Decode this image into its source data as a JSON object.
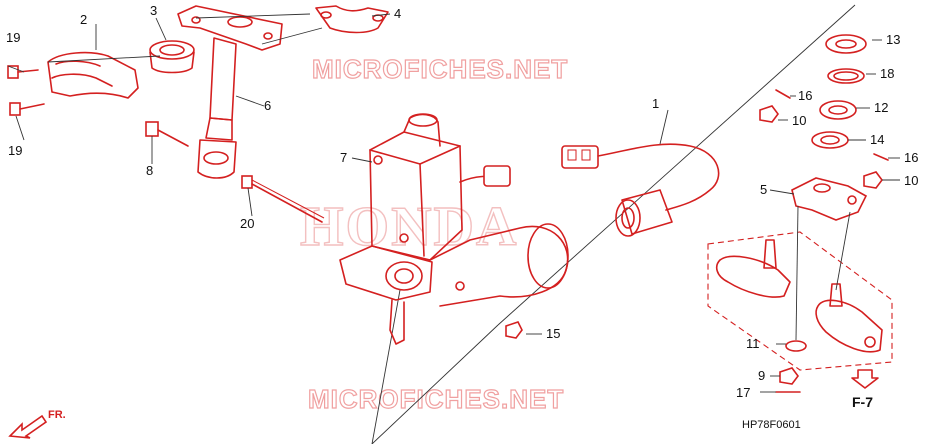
{
  "watermark": {
    "top": "MICROFICHES.NET",
    "bottom": "MICROFICHES.NET",
    "brand": "HONDA"
  },
  "diagram_code": "HP78F0601",
  "ref_label": "F-7",
  "front_label": "FR.",
  "callouts": [
    {
      "id": "c1",
      "text": "1"
    },
    {
      "id": "c2",
      "text": "2"
    },
    {
      "id": "c3",
      "text": "3"
    },
    {
      "id": "c4",
      "text": "4"
    },
    {
      "id": "c5",
      "text": "5"
    },
    {
      "id": "c6",
      "text": "6"
    },
    {
      "id": "c7",
      "text": "7"
    },
    {
      "id": "c8",
      "text": "8"
    },
    {
      "id": "c9",
      "text": "9"
    },
    {
      "id": "c10a",
      "text": "10"
    },
    {
      "id": "c10b",
      "text": "10"
    },
    {
      "id": "c11",
      "text": "11"
    },
    {
      "id": "c12",
      "text": "12"
    },
    {
      "id": "c13",
      "text": "13"
    },
    {
      "id": "c14",
      "text": "14"
    },
    {
      "id": "c15",
      "text": "15"
    },
    {
      "id": "c16a",
      "text": "16"
    },
    {
      "id": "c16b",
      "text": "16"
    },
    {
      "id": "c17",
      "text": "17"
    },
    {
      "id": "c18",
      "text": "18"
    },
    {
      "id": "c19a",
      "text": "19"
    },
    {
      "id": "c19b",
      "text": "19"
    },
    {
      "id": "c20",
      "text": "20"
    }
  ]
}
